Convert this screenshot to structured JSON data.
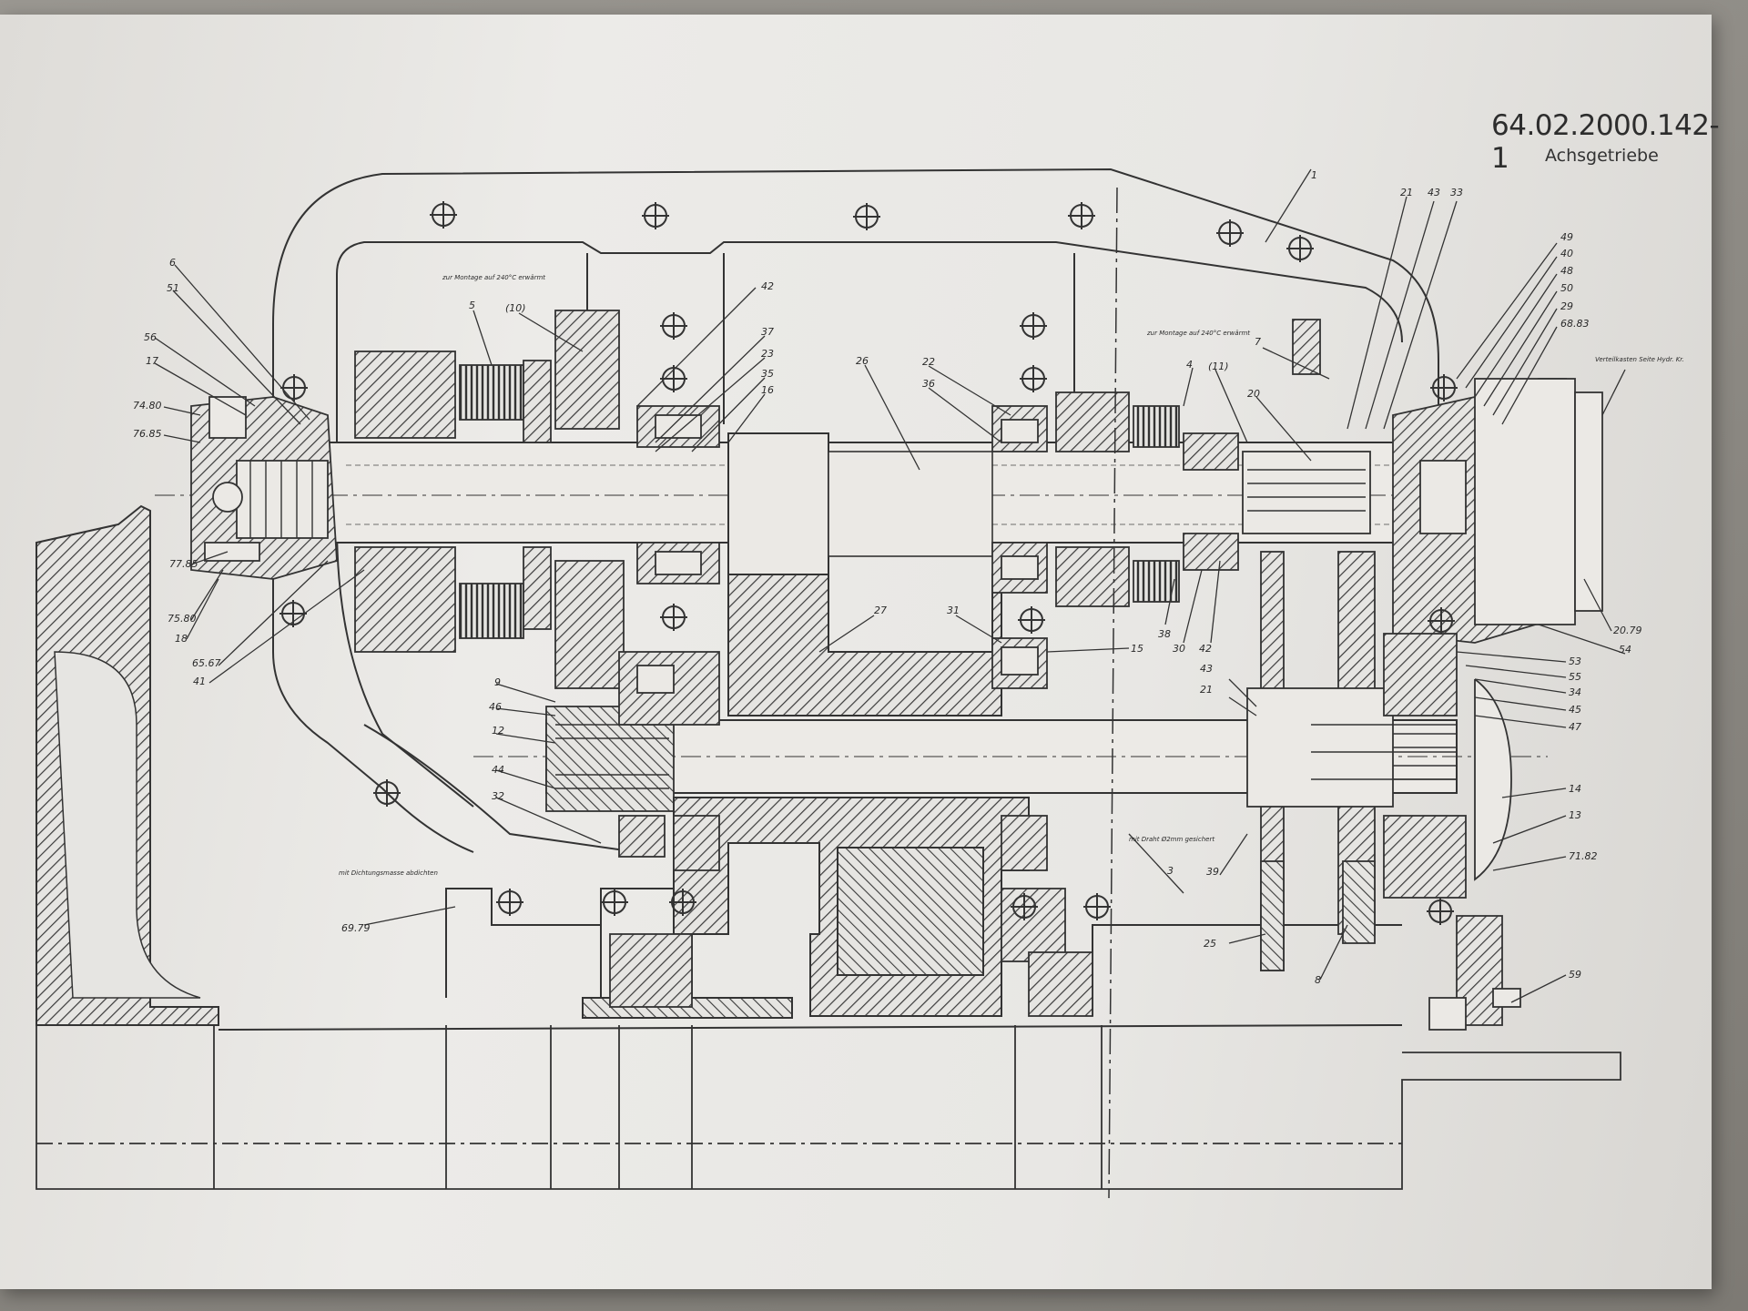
{
  "drawing": {
    "number": "64.02.2000.142-1",
    "title": "Achsgetriebe"
  },
  "callouts": [
    {
      "text": "6"
    },
    {
      "text": "51"
    },
    {
      "text": "56"
    },
    {
      "text": "17"
    },
    {
      "text": "74.80"
    },
    {
      "text": "76.85"
    },
    {
      "text": "77.85"
    },
    {
      "text": "75.80"
    },
    {
      "text": "18"
    },
    {
      "text": "65.67"
    },
    {
      "text": "41"
    },
    {
      "text": "5"
    },
    {
      "text": "(10)"
    },
    {
      "text": "42"
    },
    {
      "text": "37"
    },
    {
      "text": "23"
    },
    {
      "text": "35"
    },
    {
      "text": "16"
    },
    {
      "text": "26"
    },
    {
      "text": "22"
    },
    {
      "text": "36"
    },
    {
      "text": "4"
    },
    {
      "text": "(11)"
    },
    {
      "text": "20"
    },
    {
      "text": "7"
    },
    {
      "text": "1"
    },
    {
      "text": "21"
    },
    {
      "text": "43"
    },
    {
      "text": "33"
    },
    {
      "text": "49"
    },
    {
      "text": "40"
    },
    {
      "text": "48"
    },
    {
      "text": "50"
    },
    {
      "text": "29"
    },
    {
      "text": "68.83"
    },
    {
      "text": "27"
    },
    {
      "text": "31"
    },
    {
      "text": "15"
    },
    {
      "text": "38"
    },
    {
      "text": "30"
    },
    {
      "text": "42"
    },
    {
      "text": "9"
    },
    {
      "text": "46"
    },
    {
      "text": "12"
    },
    {
      "text": "44"
    },
    {
      "text": "32"
    },
    {
      "text": "69.79"
    },
    {
      "text": "3"
    },
    {
      "text": "39"
    },
    {
      "text": "25"
    },
    {
      "text": "8"
    },
    {
      "text": "43"
    },
    {
      "text": "21"
    },
    {
      "text": "53"
    },
    {
      "text": "55"
    },
    {
      "text": "34"
    },
    {
      "text": "45"
    },
    {
      "text": "47"
    },
    {
      "text": "14"
    },
    {
      "text": "13"
    },
    {
      "text": "71.82"
    },
    {
      "text": "59"
    },
    {
      "text": "20.79"
    },
    {
      "text": "54"
    }
  ],
  "notes": [
    {
      "text": "zur Montage auf 240°C erwärmt"
    },
    {
      "text": "zur Montage auf 240°C erwärmt"
    },
    {
      "text": "mit Dichtungsmasse abdichten"
    },
    {
      "text": "mit Draht Ø2mm gesichert"
    },
    {
      "text": "Verteilkasten Seite Hydr. Kr."
    }
  ]
}
